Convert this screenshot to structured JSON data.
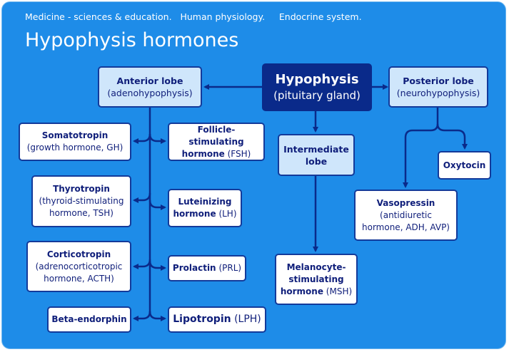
{
  "header": {
    "breadcrumb": "Medicine - sciences & education.   Human physiology.     Endocrine system.",
    "title": "Hypophysis hormones"
  },
  "colors": {
    "background": "#1e8ce8",
    "node_border": "#133a9a",
    "lobe_fill": "#cfe6fb",
    "root_fill": "#0a2a8a",
    "connector": "#0a2a8a"
  },
  "nodes": {
    "hypophysis": {
      "title": "Hypophysis",
      "subtitle": "(pituitary gland)"
    },
    "anterior": {
      "title": "Anterior lobe",
      "subtitle": "(adenohypophysis)"
    },
    "posterior": {
      "title": "Posterior lobe",
      "subtitle": "(neurohypophysis)"
    },
    "intermediate": {
      "title": "Intermediate",
      "title2": "lobe"
    },
    "somatotropin": {
      "name": "Somatotropin",
      "desc": "(growth hormone, GH)"
    },
    "thyrotropin": {
      "name": "Thyrotropin",
      "desc1": "(thyroid-stimulating",
      "desc2": "hormone, TSH)"
    },
    "corticotropin": {
      "name": "Corticotropin",
      "desc1": "(adrenocorticotropic",
      "desc2": "hormone, ACTH)"
    },
    "beta_endorphin": {
      "name": "Beta-endorphin"
    },
    "fsh": {
      "name1": "Follicle-stimulating",
      "name2": "hormone",
      "abbr": "(FSH)"
    },
    "lh": {
      "name1": "Luteinizing",
      "name2": "hormone",
      "abbr": "(LH)"
    },
    "prolactin": {
      "name": "Prolactin",
      "abbr": "(PRL)"
    },
    "lipotropin": {
      "name": "Lipotropin",
      "abbr": "(LPH)"
    },
    "msh": {
      "name1": "Melanocyte-",
      "name2": "stimulating",
      "name3": "hormone",
      "abbr": "(MSH)"
    },
    "vasopressin": {
      "name": "Vasopressin",
      "desc1": "(antidiuretic",
      "desc2": "hormone, ADH, AVP)"
    },
    "oxytocin": {
      "name": "Oxytocin"
    }
  }
}
